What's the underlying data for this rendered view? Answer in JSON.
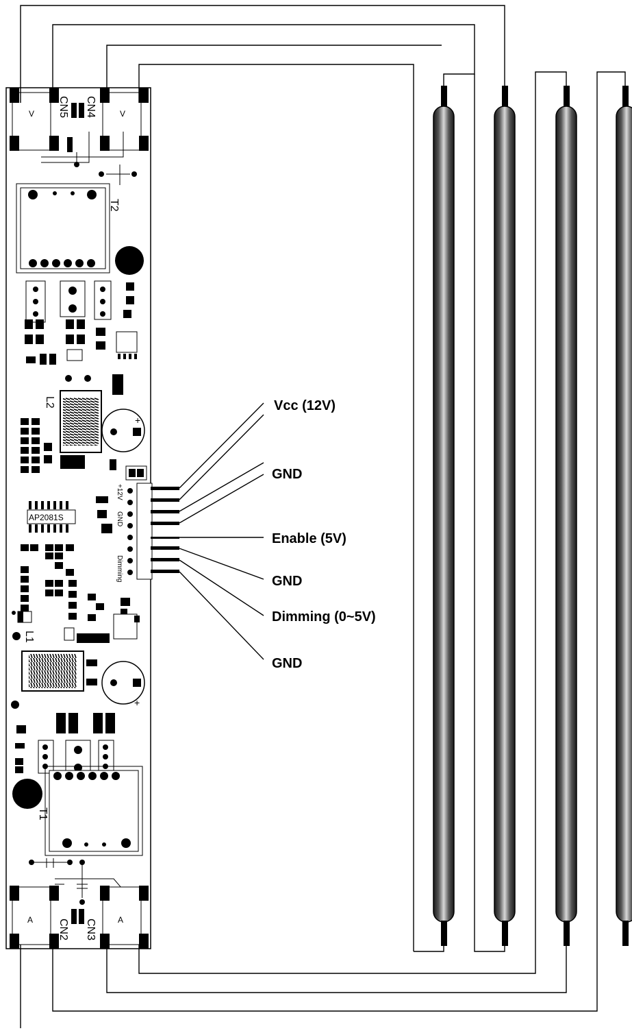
{
  "board": {
    "connectors": [
      "CN5",
      "CN4",
      "CN2",
      "CN3"
    ],
    "transformers": [
      "T2",
      "T1"
    ],
    "inductors": [
      "L2",
      "L1"
    ],
    "ic_label": "AP2081S",
    "pin_labels": [
      "+12V",
      "GND",
      "Dimming"
    ]
  },
  "callouts": [
    {
      "id": "vcc",
      "text": "Vcc (12V)"
    },
    {
      "id": "gnd1",
      "text": "GND"
    },
    {
      "id": "enable",
      "text": "Enable (5V)"
    },
    {
      "id": "gnd2",
      "text": "GND"
    },
    {
      "id": "dimming",
      "text": "Dimming (0~5V)"
    },
    {
      "id": "gnd3",
      "text": "GND"
    }
  ],
  "lamps": {
    "count": 4
  }
}
